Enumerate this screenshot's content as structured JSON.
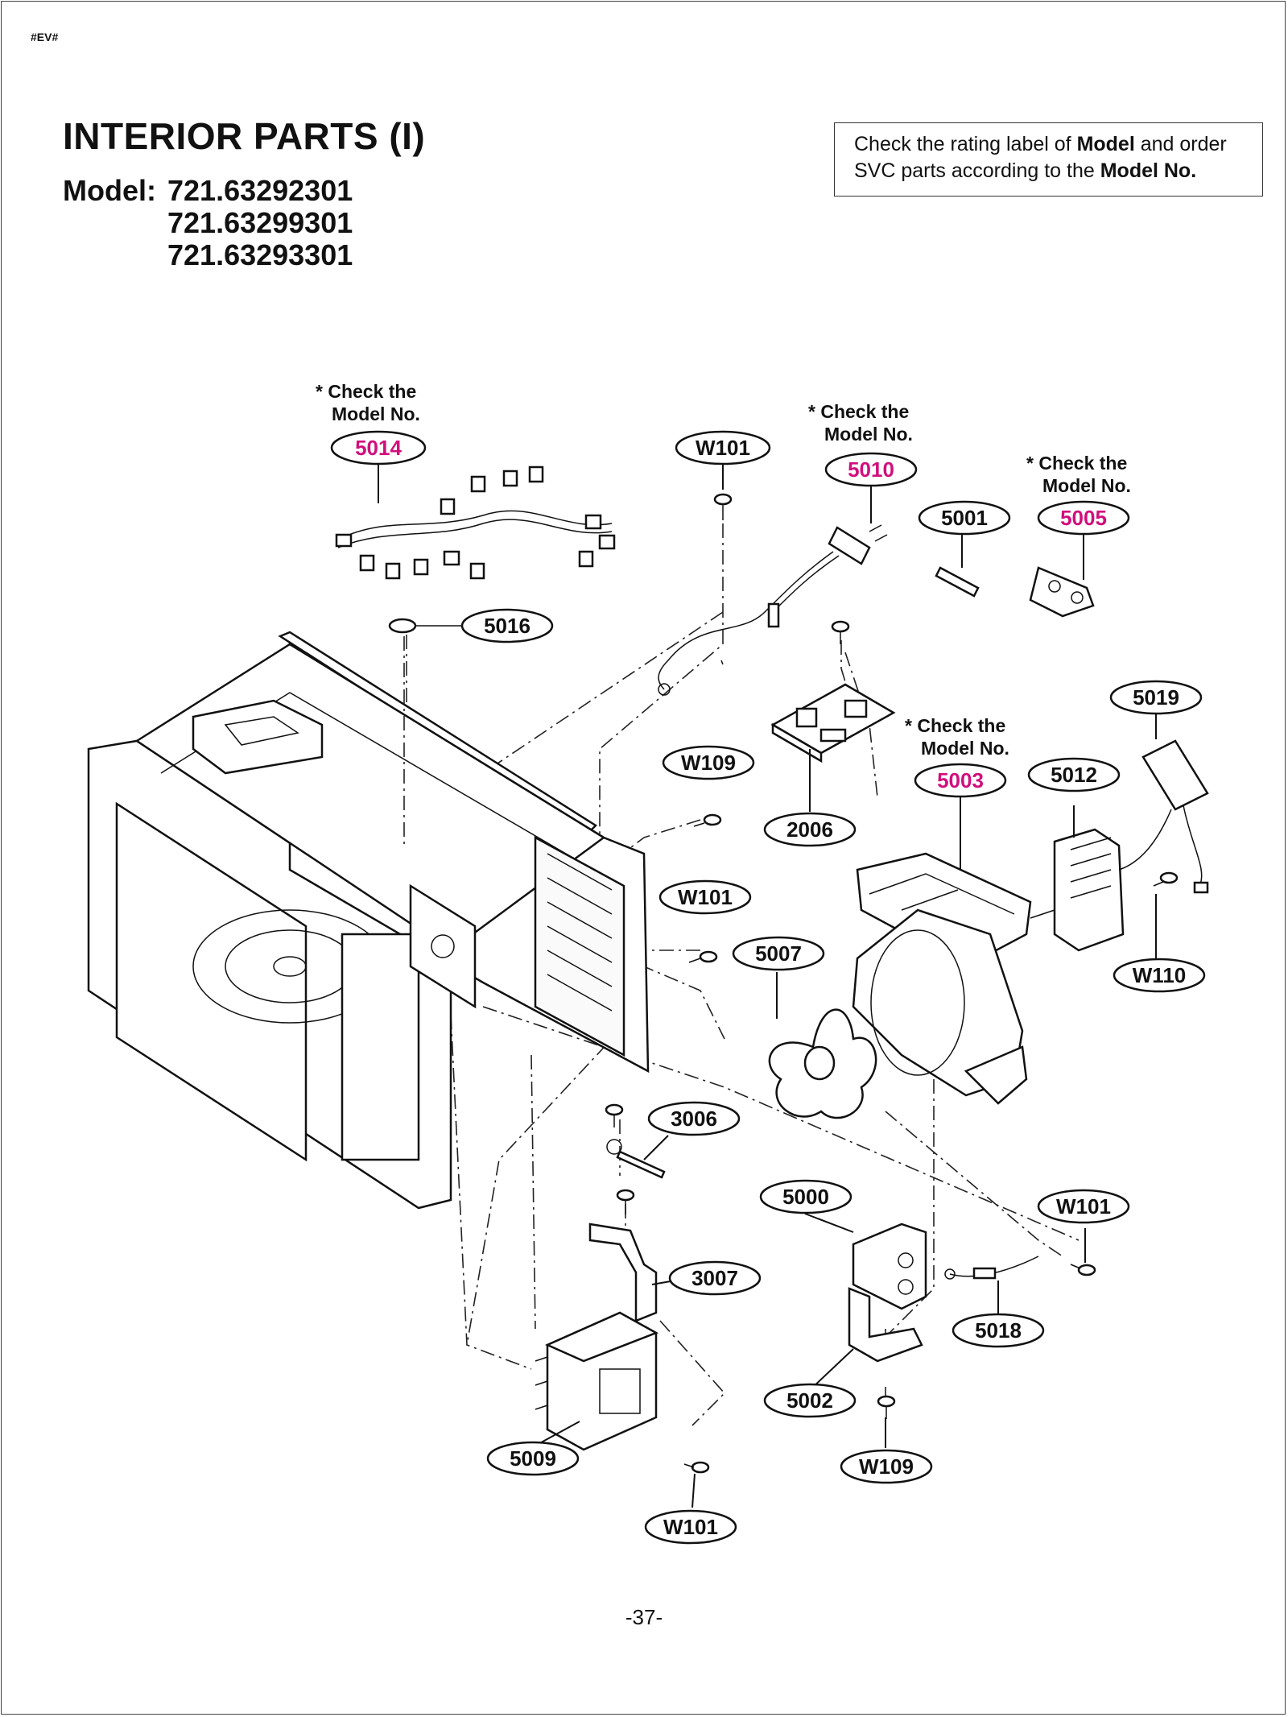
{
  "header": {
    "tag": "#EV#",
    "title": "INTERIOR PARTS (I)",
    "model_label": "Model:",
    "models": [
      "721.63292301",
      "721.63299301",
      "721.63293301"
    ]
  },
  "note": {
    "part1": "Check the rating label of ",
    "bold1": "Model",
    "part2": " and order",
    "part3": "SVC parts according to the ",
    "bold2": "Model No."
  },
  "check_note": {
    "line1": "* Check the",
    "line2": "Model No."
  },
  "callouts": {
    "c5014": "5014",
    "c5010": "5010",
    "c5005": "5005",
    "c5003": "5003",
    "cW101a": "W101",
    "c5001": "5001",
    "c5016": "5016",
    "c5019": "5019",
    "cW109a": "W109",
    "c2006": "2006",
    "c5012": "5012",
    "cW101b": "W101",
    "c5007": "5007",
    "cW110": "W110",
    "c3006": "3006",
    "c5000": "5000",
    "cW101c": "W101",
    "c3007": "3007",
    "c5018": "5018",
    "c5002": "5002",
    "c5009": "5009",
    "cW109b": "W109",
    "cW101d": "W101"
  },
  "colors": {
    "highlight": "#d10f7c",
    "text": "#111111"
  },
  "footer": {
    "page_number": "-37-"
  }
}
